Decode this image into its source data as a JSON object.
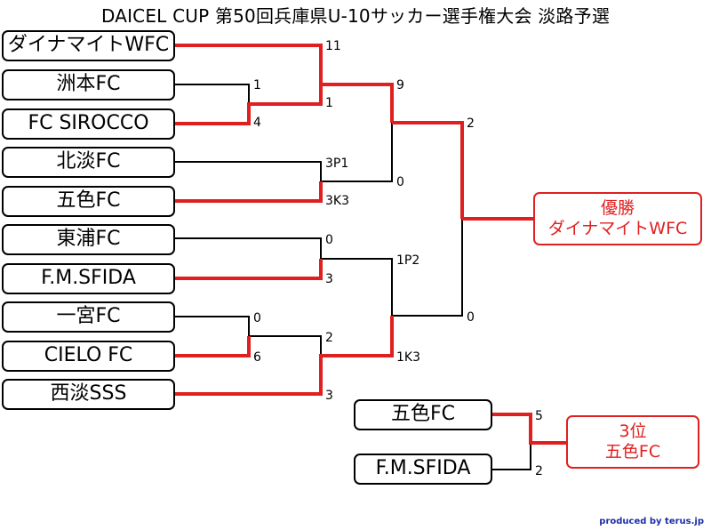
{
  "title": "DAICEL CUP 第50回兵庫県U-10サッカー選手権大会 淡路予選",
  "teams": [
    "ダイナマイトWFC",
    "洲本FC",
    "FC SIROCCO",
    "北淡FC",
    "五色FC",
    "東浦FC",
    "F.M.SFIDA",
    "一宮FC",
    "CIELO FC",
    "西淡SSS"
  ],
  "third_place_match": {
    "teams": [
      "五色FC",
      "F.M.SFIDA"
    ],
    "scores": [
      "5",
      "2"
    ]
  },
  "scores": {
    "r1_ichinomiya_cielo": [
      "0",
      "6"
    ],
    "r1_sumoto_sirocco": [
      "1",
      "4"
    ],
    "r2_dynamite_vs_sirocco": [
      "11",
      "1"
    ],
    "r2_hokudan_goshiki": [
      "3P1",
      "3K3"
    ],
    "r2_higashiura_sfida": [
      "0",
      "3"
    ],
    "r2_cielo_seidan": [
      "2",
      "3"
    ],
    "sf_top": [
      "9",
      "0"
    ],
    "sf_bottom": [
      "1P2",
      "1K3"
    ],
    "final": [
      "2",
      "0"
    ]
  },
  "champion": {
    "label": "優勝",
    "team": "ダイナマイトWFC"
  },
  "third_place": {
    "label": "3位",
    "team": "五色FC"
  },
  "footer": "produced by terus.jp",
  "colors": {
    "winner_line": "#e02020",
    "line": "#000000",
    "footer": "#1a2ea8"
  }
}
